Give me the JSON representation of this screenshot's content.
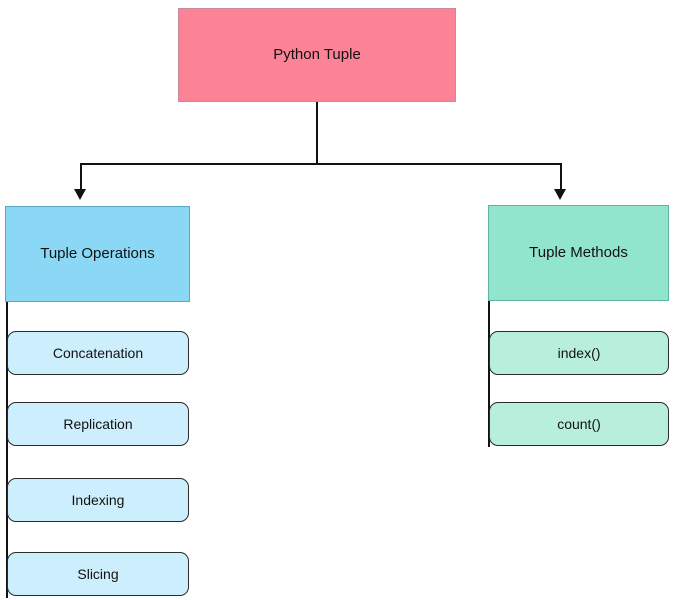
{
  "diagram": {
    "title_node": {
      "label": "Python Tuple",
      "color": "#fc8296"
    },
    "branches": [
      {
        "id": "operations",
        "label": "Tuple Operations",
        "color": "#8ad8f5",
        "children": [
          {
            "label": "Concatenation"
          },
          {
            "label": "Replication"
          },
          {
            "label": "Indexing"
          },
          {
            "label": "Slicing"
          }
        ],
        "child_color": "#cdeefd"
      },
      {
        "id": "methods",
        "label": "Tuple Methods",
        "color": "#92e5cd",
        "children": [
          {
            "label": "index()"
          },
          {
            "label": "count()"
          }
        ],
        "child_color": "#b8eedc"
      }
    ],
    "edge_color": "#121212",
    "background": "#ffffff"
  }
}
